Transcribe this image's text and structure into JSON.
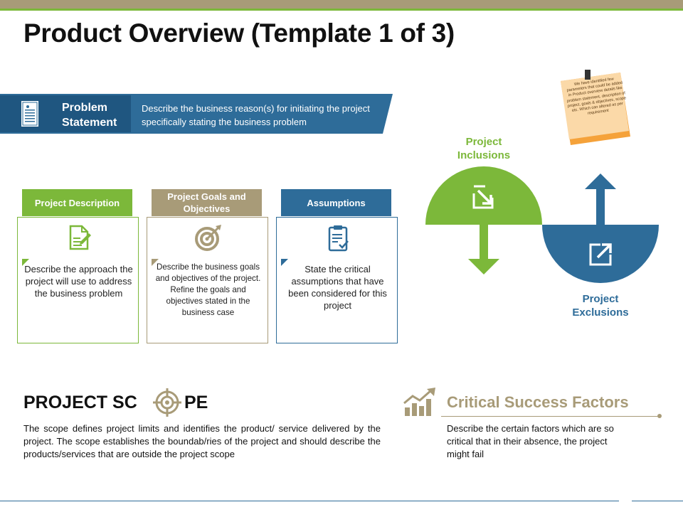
{
  "title": "Product Overview (Template 1 of 3)",
  "problem_statement": {
    "title": "Problem Statement",
    "text": "Describe the business reason(s) for initiating the project specifically stating the business problem"
  },
  "cards": [
    {
      "heading": "Project Description",
      "text": "Describe the approach the project will use to address the business problem",
      "icon": "document-edit-icon",
      "color": "#7cb83a"
    },
    {
      "heading": "Project Goals and Objectives",
      "text": "Describe the business goals and objectives of the project. Refine the goals and objectives stated in the business case",
      "icon": "target-icon",
      "color": "#a89b78"
    },
    {
      "heading": "Assumptions",
      "text": "State the critical assumptions that have been considered for this project",
      "icon": "clipboard-check-icon",
      "color": "#2e6c99"
    }
  ],
  "diagram": {
    "inclusions_label": "Project Inclusions",
    "exclusions_label": "Project Exclusions",
    "green": "#7cb83a",
    "blue": "#2e6c99"
  },
  "note": {
    "text": "We have identified few parameters that could be added in Product overview details like problem statement, description of project, goals & objectives, scope etc. Which can altered as per requirement"
  },
  "scope": {
    "title_start": "PROJECT SC",
    "title_end": "PE",
    "text": "The scope defines project limits and identifies the product/ service delivered by the project. The scope establishes the boundab/ries of the project and should describe the products/services that are outside the project scope"
  },
  "csf": {
    "title": "Critical Success Factors",
    "text": "Describe the certain factors which are so critical that in their absence, the project might fail"
  }
}
